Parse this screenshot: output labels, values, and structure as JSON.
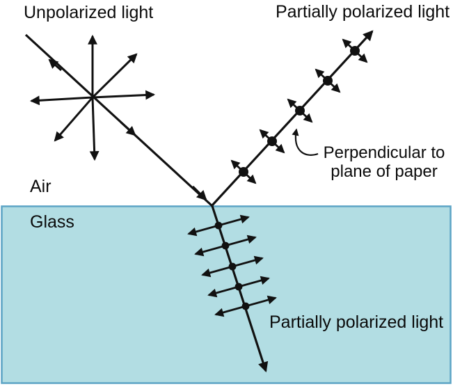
{
  "labels": {
    "unpolarized_light": "Unpolarized light",
    "partially_polarized_top": "Partially polarized light",
    "perpendicular_note_line1": "Perpendicular to",
    "perpendicular_note_line2": "plane of paper",
    "air": "Air",
    "glass": "Glass",
    "partially_polarized_glass": "Partially polarized light"
  },
  "colors": {
    "glass_fill": "#b2dde3",
    "glass_border": "#5ca4c5",
    "ink": "#111111",
    "background": "#ffffff"
  }
}
